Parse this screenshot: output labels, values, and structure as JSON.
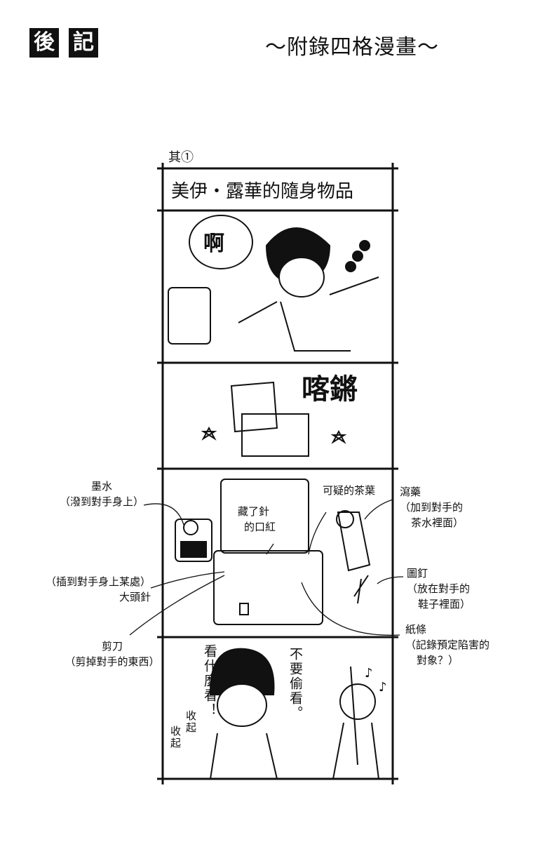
{
  "header": {
    "badge_1": "後",
    "badge_2": "記",
    "subtitle": "～附錄四格漫畫～"
  },
  "comic": {
    "episode": "其①",
    "title": "美伊・露華的隨身物品",
    "panel1": {
      "sfx": "啊"
    },
    "panel2": {
      "sfx": "喀鏘"
    },
    "panel3": {
      "ink": {
        "name": "墨水",
        "note": "（潑到對手身上）"
      },
      "lipstick": {
        "line1": "藏了針",
        "line2": "的口紅"
      },
      "tea": {
        "name": "可疑的茶葉"
      },
      "laxative": {
        "name": "瀉藥",
        "note1": "（加到對手的",
        "note2": "茶水裡面）"
      },
      "pins": {
        "note": "（插到對手身上某處）",
        "name": "大頭針"
      },
      "tacks": {
        "name": "圖釘",
        "note1": "（放在對手的",
        "note2": "鞋子裡面）"
      },
      "scissors": {
        "name": "剪刀",
        "note": "（剪掉對手的東西）"
      },
      "paper": {
        "name": "紙條",
        "note1": "（記錄預定陷害的",
        "note2": "對象？）"
      }
    },
    "panel4": {
      "speech_1": "看什麼看！",
      "speech_2": "收起",
      "speech_3": "收起",
      "speech_4": "不要偷看。"
    }
  }
}
